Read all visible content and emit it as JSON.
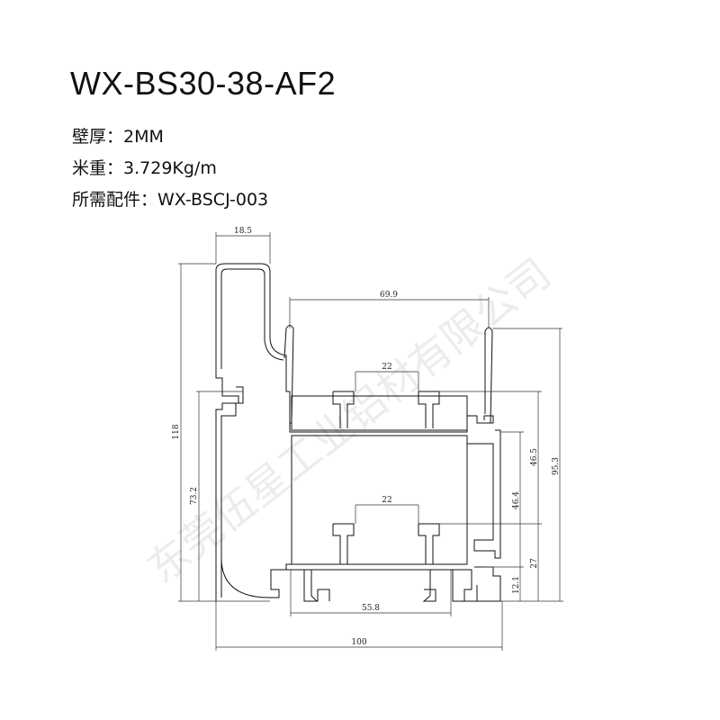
{
  "title": "WX-BS30-38-AF2",
  "specs": [
    {
      "label": "壁厚：",
      "value": "2MM"
    },
    {
      "label": "米重：",
      "value": "3.729Kg/m"
    },
    {
      "label": "所需配件：",
      "value": "WX-BSCJ-003"
    }
  ],
  "watermark": "东莞伍星工业铝材有限公司",
  "dimensions": {
    "top_width": "18.5",
    "total_height": "118",
    "left_height": "73.2",
    "opening_width": "69.9",
    "slot_top": "22",
    "slot_bottom": "22",
    "bottom_slots": "55.8",
    "total_width": "100",
    "right_upper": "46.5",
    "right_mid": "46.4",
    "right_total": "95.3",
    "right_lower": "27",
    "right_bottom": "12.1"
  }
}
